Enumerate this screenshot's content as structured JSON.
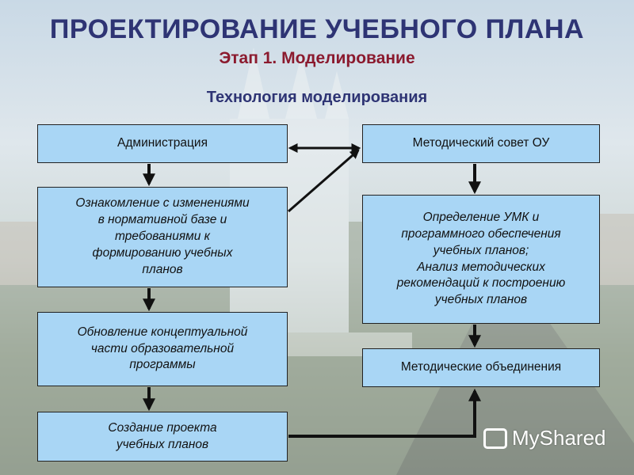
{
  "header": {
    "title": "ПРОЕКТИРОВАНИЕ УЧЕБНОГО ПЛАНА",
    "subtitle": "Этап 1. Моделирование",
    "heading": "Технология моделирования"
  },
  "boxes": {
    "administration": "Администрация",
    "acquaintance": "Ознакомление с изменениями\nв нормативной базе и\nтребованиями к\nформированию  учебных\nпланов",
    "update": "Обновление концептуальной\nчасти образовательной\nпрограммы",
    "create": "Создание проекта\nучебных планов",
    "council": "Методический совет ОУ",
    "umk": "Определение УМК и\nпрограммного обеспечения\nучебных планов;\nАнализ методических\nрекомендаций к построению\nучебных планов",
    "methods": "Методические объединения"
  },
  "watermark": "MyShared",
  "colors": {
    "title": "#2e3474",
    "subtitle": "#8b1a2e",
    "box_fill": "#a9d6f5",
    "arrow": "#111111"
  }
}
